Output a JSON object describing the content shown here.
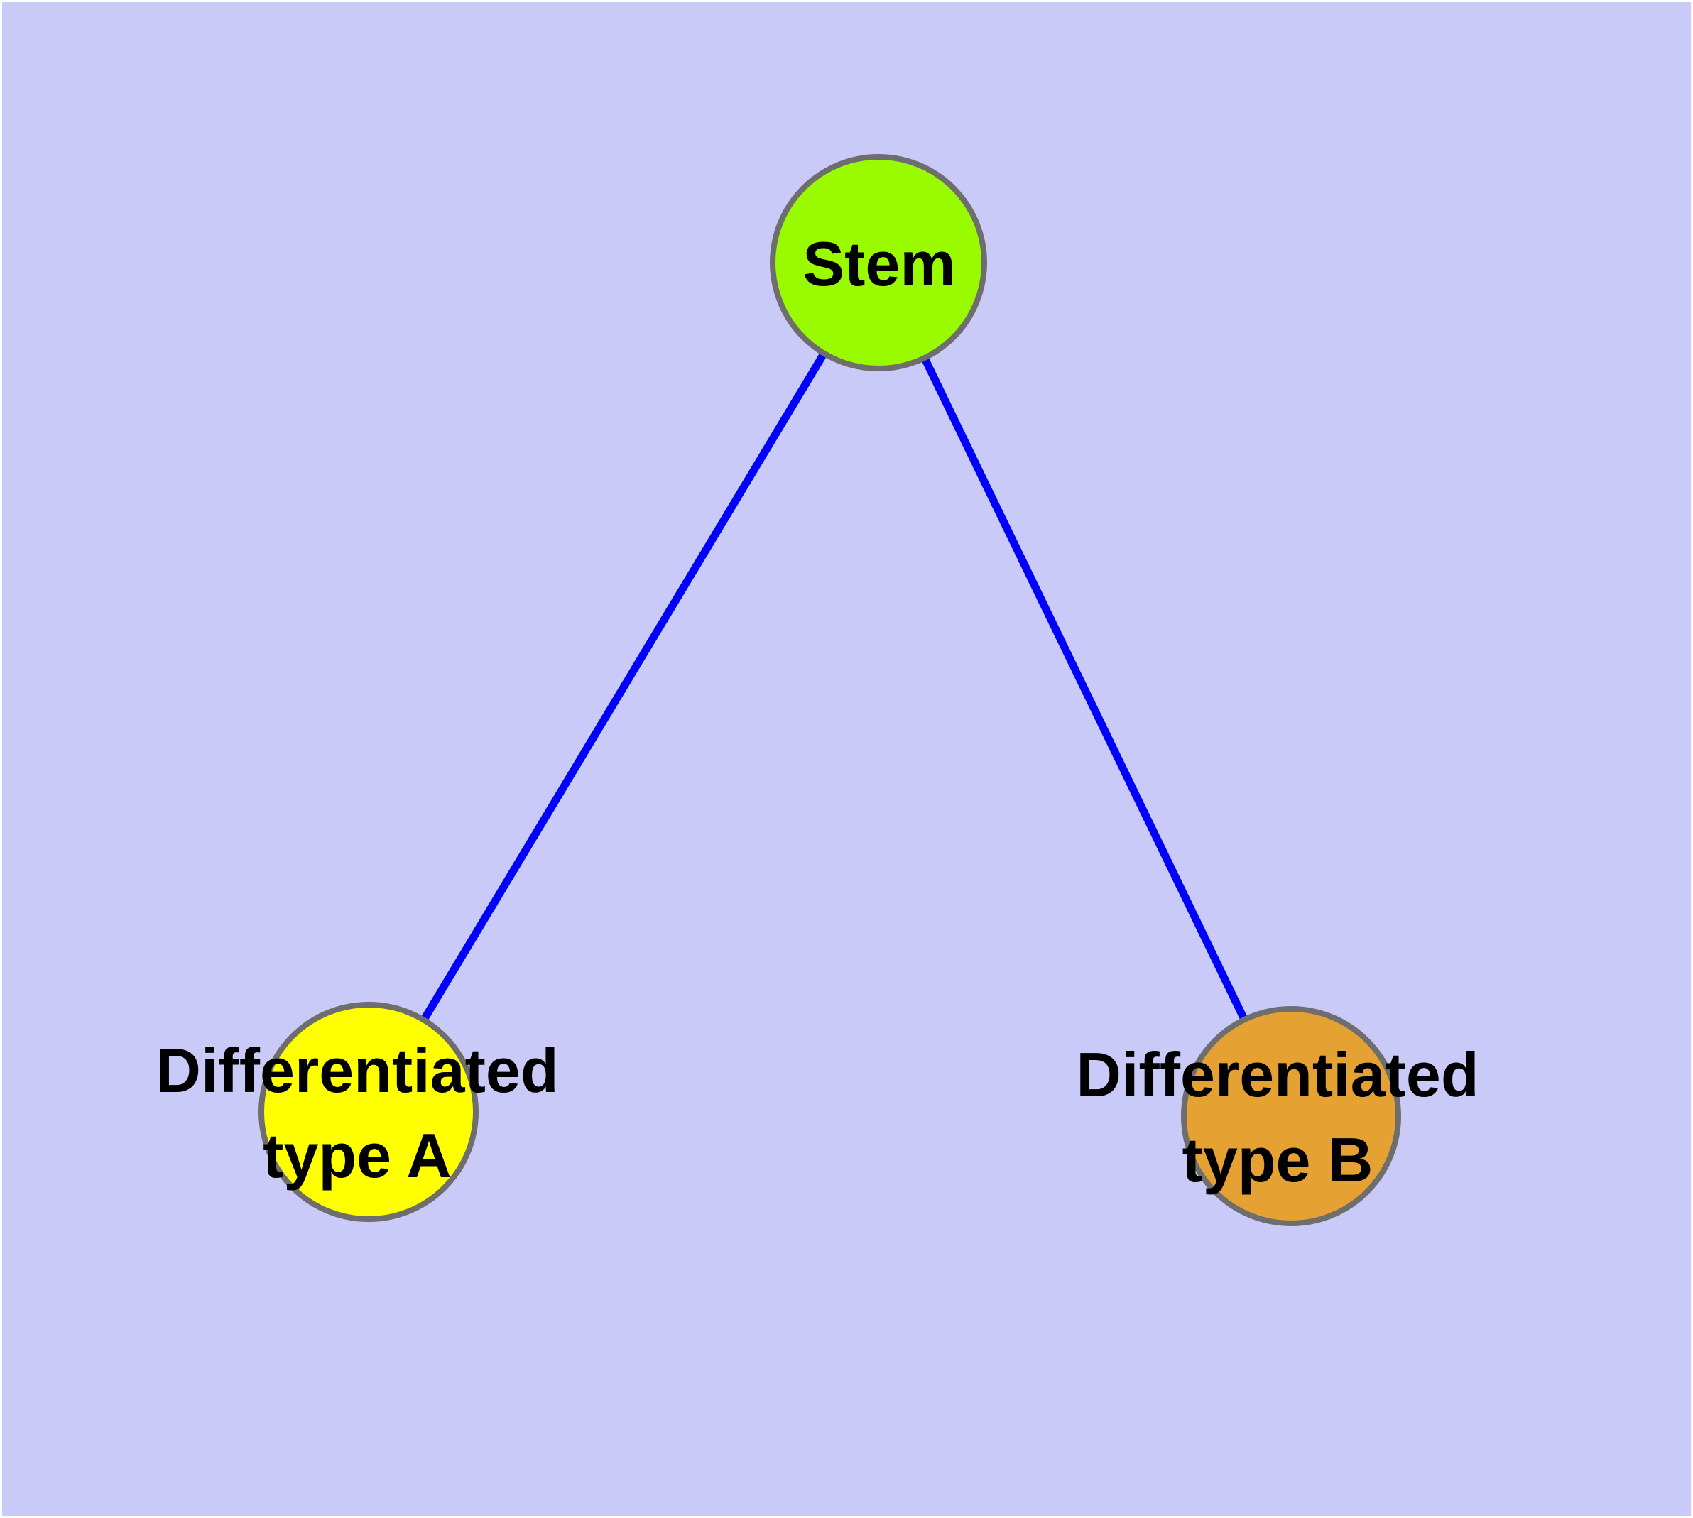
{
  "diagram": {
    "type": "node-link-graph",
    "background_color": "#CACAF8",
    "frame_color": "#FFFFFF",
    "edge_color": "#0000FF",
    "node_border_color": "#6E6E6E",
    "label_color": "#000000",
    "nodes": [
      {
        "id": "stem",
        "label": "Stem",
        "fill": "#9AFB00"
      },
      {
        "id": "typeA",
        "label_line1": "Differentiated",
        "label_line2": "type A",
        "fill": "#FFFF00"
      },
      {
        "id": "typeB",
        "label_line1": "Differentiated",
        "label_line2": "type B",
        "fill": "#E5A233"
      }
    ],
    "edges": [
      {
        "from": "Stem",
        "to": "Differentiated type A"
      },
      {
        "from": "Stem",
        "to": "Differentiated type B"
      }
    ]
  }
}
